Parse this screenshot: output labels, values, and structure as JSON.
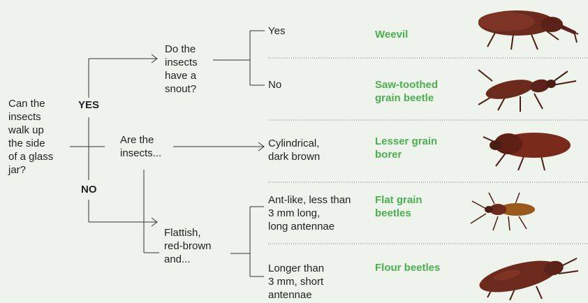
{
  "root_question": "Can the\ninsects\nwalk up\nthe side\nof a glass\njar?",
  "branch_yes": "YES",
  "branch_no": "NO",
  "q_snout": "Do the\ninsects\nhave a\nsnout?",
  "q_are": "Are the\ninsects...",
  "q_flat": "Flattish,\nred-brown\nand...",
  "answers": {
    "yes": "Yes",
    "no": "No",
    "cylindrical": "Cylindrical,\ndark brown",
    "antlike": "Ant-like, less than\n3 mm long,\nlong antennae",
    "longer": "Longer than\n3 mm, short\nantennae"
  },
  "results": {
    "weevil": "Weevil",
    "sawtoothed": "Saw-toothed\ngrain beetle",
    "lesser": "Lesser grain\nborer",
    "flat": "Flat grain\nbeetles",
    "flour": "Flour beetles"
  },
  "colors": {
    "result_green": "#4caf50",
    "line": "#333333",
    "beetle": "#6b2a1c"
  },
  "icons": [
    "weevil-image",
    "saw-toothed-beetle-image",
    "lesser-grain-borer-image",
    "flat-grain-beetle-image",
    "flour-beetle-image"
  ]
}
